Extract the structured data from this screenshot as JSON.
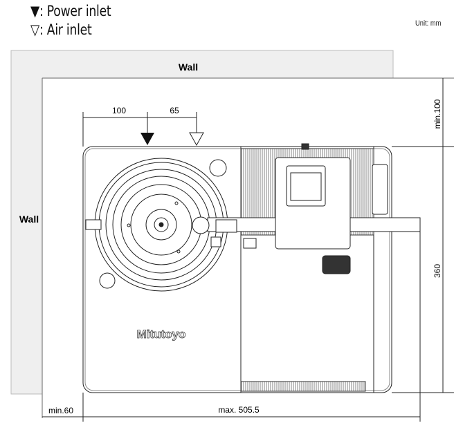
{
  "legend": {
    "power_inlet": "▼: Power inlet",
    "air_inlet": "▽: Air inlet"
  },
  "unit": "Unit: mm",
  "walls": {
    "top": "Wall",
    "left": "Wall"
  },
  "dimensions": {
    "power_offset": "100",
    "air_offset": "65",
    "min_top": "min.100",
    "depth": "360",
    "min_left": "min.60",
    "max_width": "max. 505.5"
  },
  "brand": "Mitutoyo"
}
